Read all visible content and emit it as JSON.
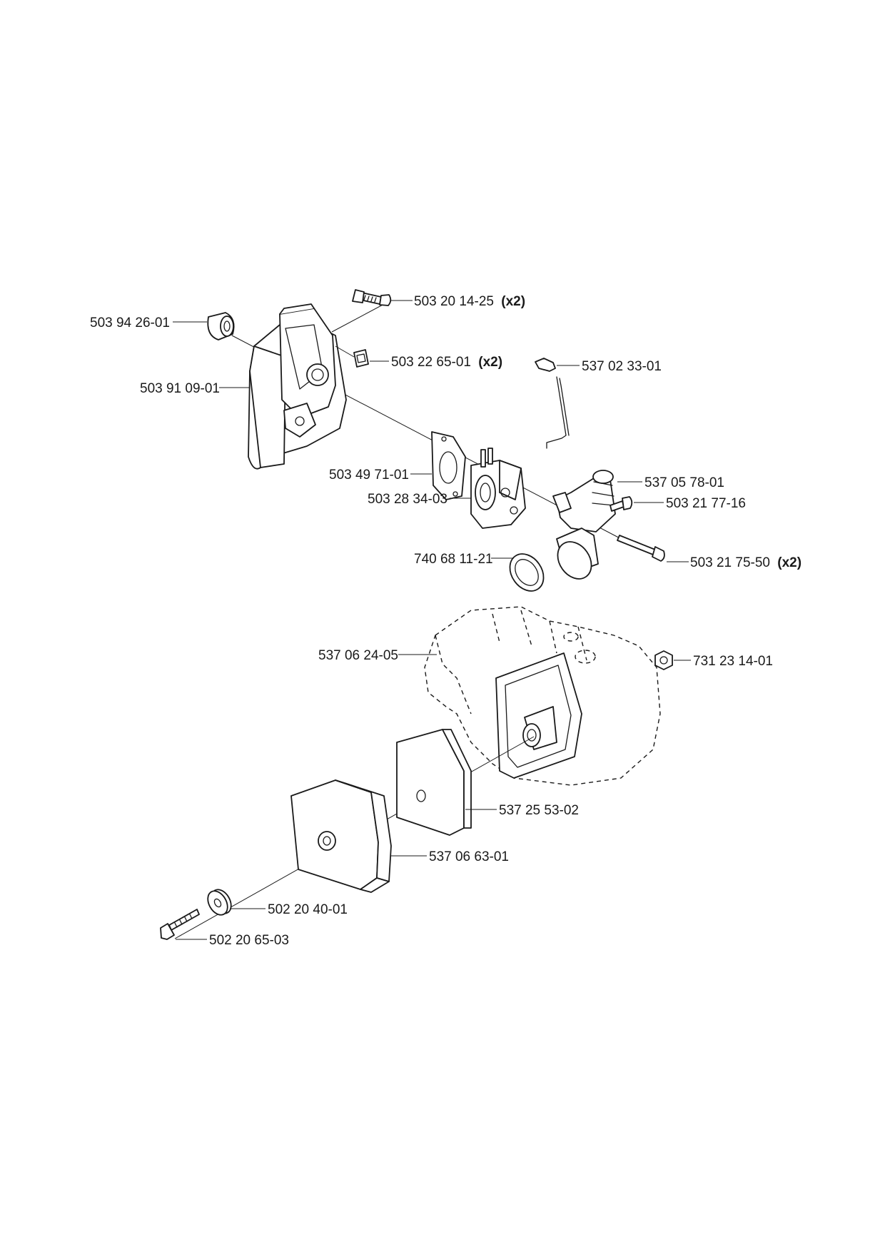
{
  "labels": {
    "p503942601": "503 94 26-01",
    "p503201425": "503 20 14-25",
    "p503201425_qty": "(x2)",
    "p503226501": "503 22 65-01",
    "p503226501_qty": "(x2)",
    "p503910901": "503 91 09-01",
    "p537023301": "537 02 33-01",
    "p503497101": "503 49 71-01",
    "p537057801": "537 05 78-01",
    "p503283403": "503 28 34-03",
    "p503217716": "503 21 77-16",
    "p740681121": "740 68 11-21",
    "p503217550": "503 21 75-50",
    "p503217550_qty": "(x2)",
    "p537062405": "537 06 24-05",
    "p731231401": "731 23 14-01",
    "p537255302": "537 25 53-02",
    "p537066301": "537 06 63-01",
    "p502204001": "502 20 40-01",
    "p502206503": "502 20 65-03"
  }
}
